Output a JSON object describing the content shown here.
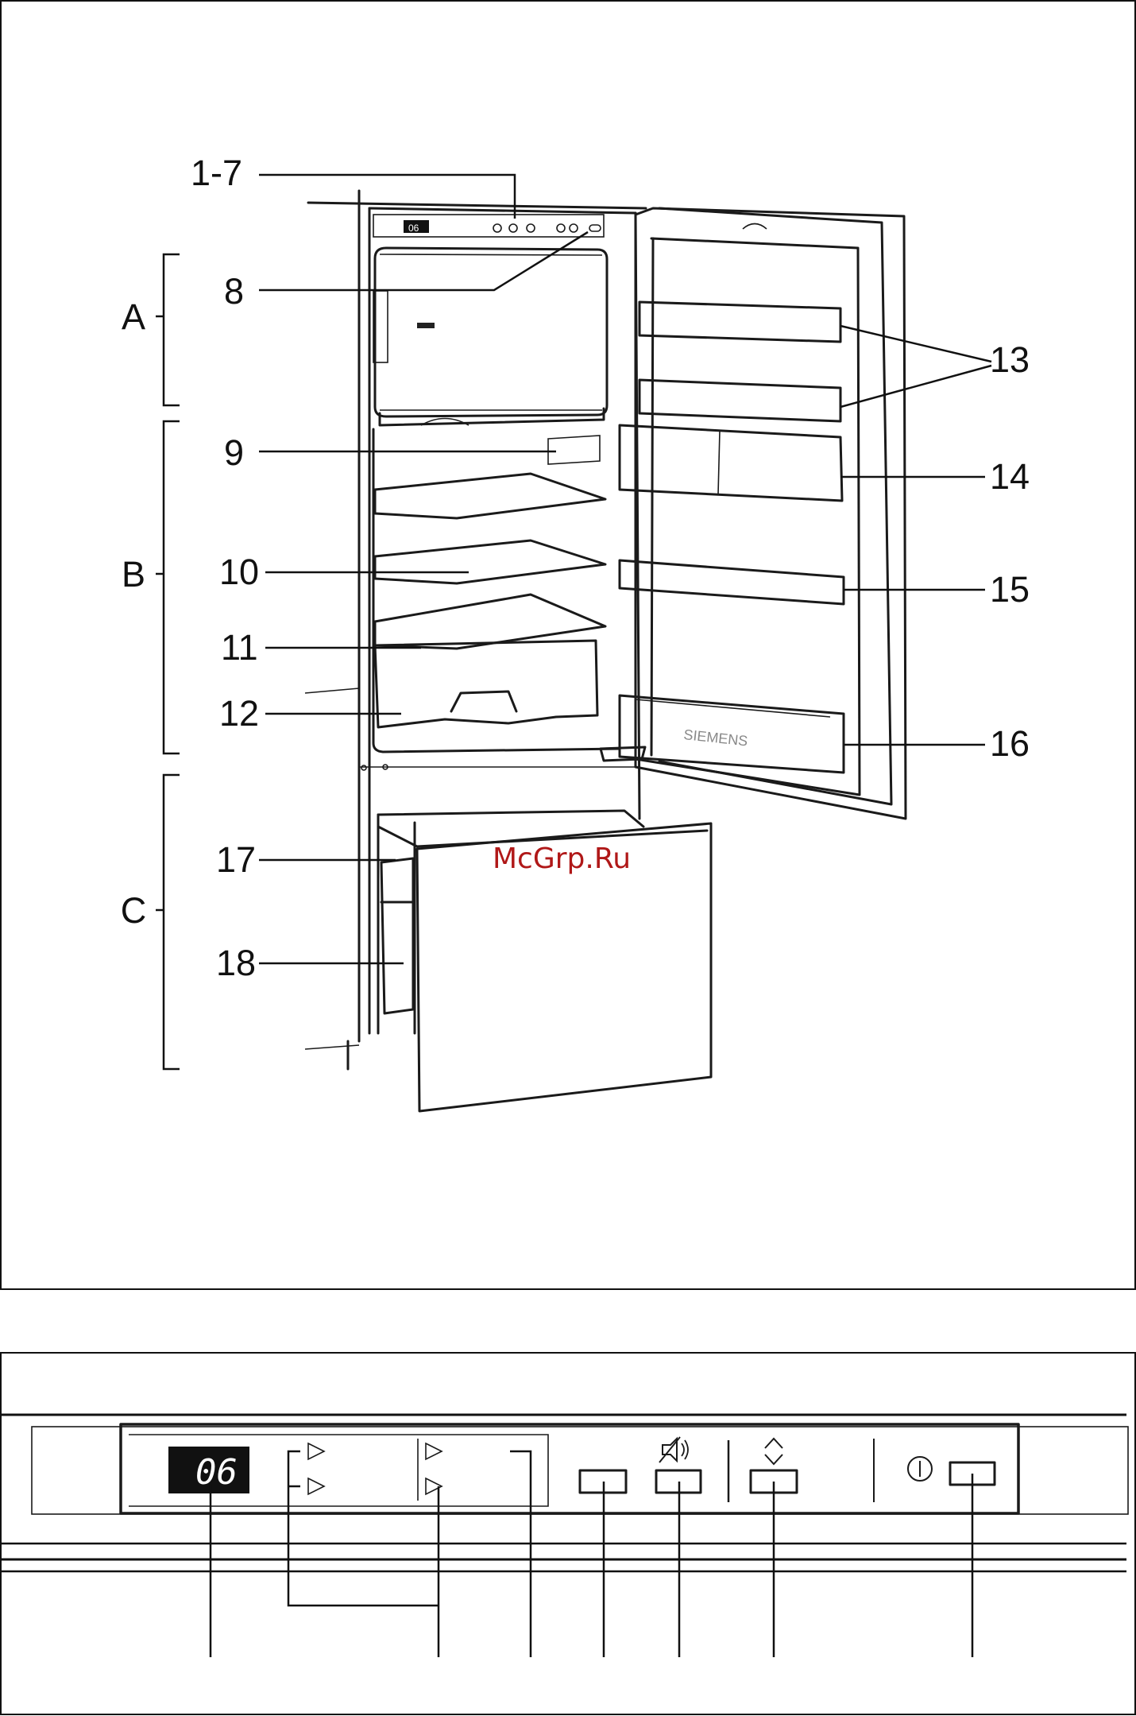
{
  "top_panel": {
    "watermark": "McGrp.Ru",
    "brand_drawer": "SIEMENS",
    "brand_door": "SIEMENS",
    "mini_display": "06",
    "callouts": [
      "1-7",
      "8",
      "9",
      "10",
      "11",
      "12",
      "13",
      "14",
      "15",
      "16",
      "17",
      "18"
    ],
    "zones": [
      "A",
      "B",
      "C"
    ]
  },
  "bottom_panel": {
    "display_value": "06",
    "colors": {
      "display_bg": "#111111",
      "button_fill": "#777777",
      "line": "#111111"
    },
    "icons": [
      "arrow-indicator-icon",
      "alarm-mute-icon",
      "up-down-icon",
      "power-icon"
    ]
  }
}
